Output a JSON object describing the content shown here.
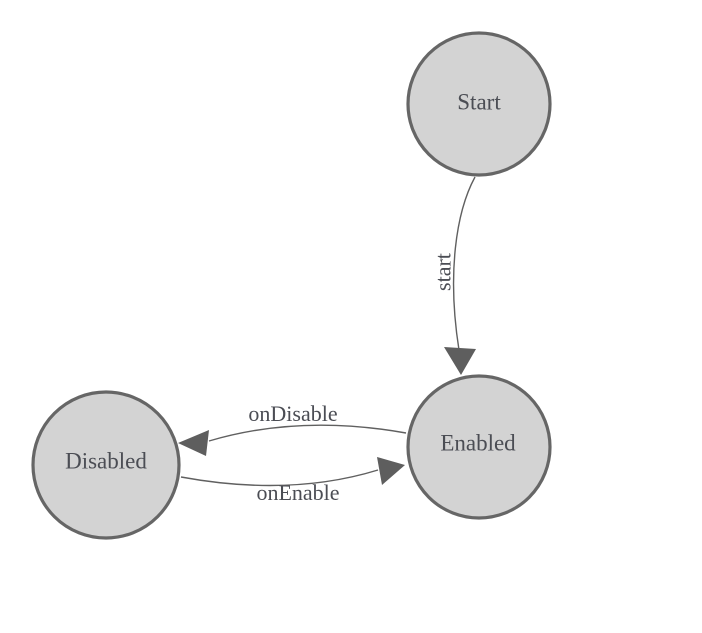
{
  "diagram": {
    "type": "state-machine",
    "nodes": [
      {
        "id": "start",
        "label": "Start"
      },
      {
        "id": "enabled",
        "label": "Enabled"
      },
      {
        "id": "disabled",
        "label": "Disabled"
      }
    ],
    "edges": [
      {
        "from": "Start",
        "to": "Enabled",
        "label": "start"
      },
      {
        "from": "Enabled",
        "to": "Disabled",
        "label": "onDisable"
      },
      {
        "from": "Disabled",
        "to": "Enabled",
        "label": "onEnable"
      }
    ],
    "colors": {
      "background": "#ffffff",
      "node_fill": "#d3d3d3",
      "node_stroke": "#666666",
      "edge_stroke": "#606060",
      "arrow_fill": "#5e5e5e",
      "label_color": "#4b4d54"
    }
  }
}
